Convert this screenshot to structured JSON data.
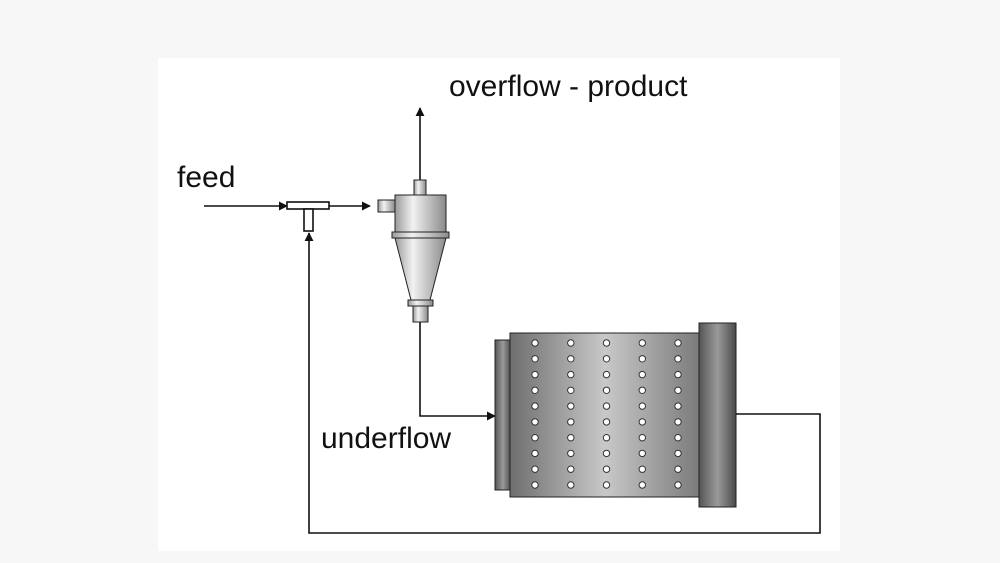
{
  "labels": {
    "overflow": "overflow - product",
    "feed": "feed",
    "underflow": "underflow"
  },
  "colors": {
    "line": "#111111",
    "background": "#f7f7f7",
    "panel": "#ffffff"
  },
  "mill_hole_rows": 10,
  "mill_hole_cols": 5
}
